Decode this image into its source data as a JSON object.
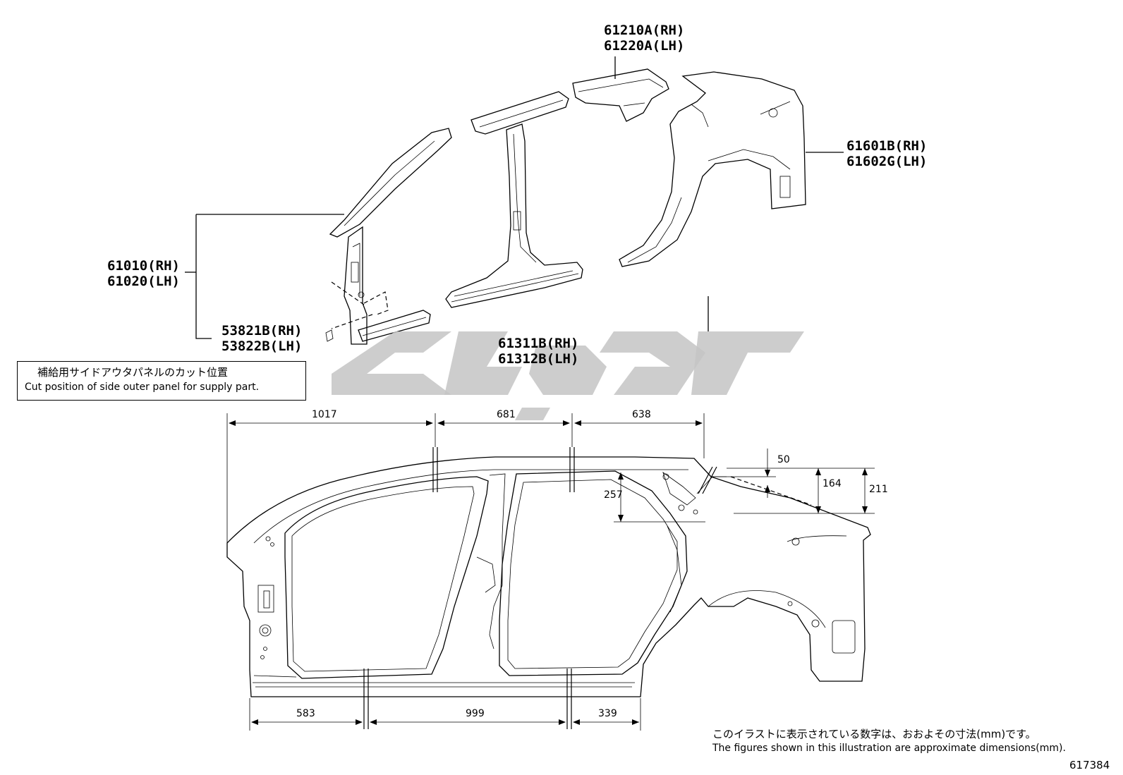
{
  "part_callouts": [
    {
      "id": "roof_side_rail",
      "lines": [
        "61210A(RH)",
        "61220A(LH)"
      ]
    },
    {
      "id": "quarter_panel",
      "lines": [
        "61601B(RH)",
        "61602G(LH)"
      ]
    },
    {
      "id": "front_pillar",
      "lines": [
        "61010(RH)",
        "61020(LH)"
      ]
    },
    {
      "id": "bracket",
      "lines": [
        "53821B(RH)",
        "53822B(LH)"
      ]
    },
    {
      "id": "rocker_panel",
      "lines": [
        "61311B(RH)",
        "61312B(LH)"
      ]
    }
  ],
  "cut_position_box": {
    "japanese": "補給用サイドアウタパネルのカット位置",
    "english": "Cut position of side outer panel for supply part."
  },
  "dimensions": {
    "top": [
      "1017",
      "681",
      "638"
    ],
    "bottom": [
      "583",
      "999",
      "339"
    ],
    "roof_offset": "50",
    "height_a": "164",
    "height_b": "211",
    "height_c": "257"
  },
  "footnote": {
    "japanese": "このイラストに表示されている数字は、おおよその寸法(mm)です。",
    "english": "The figures shown in this illustration are approximate dimensions(mm)."
  },
  "illustration_number": "617384"
}
